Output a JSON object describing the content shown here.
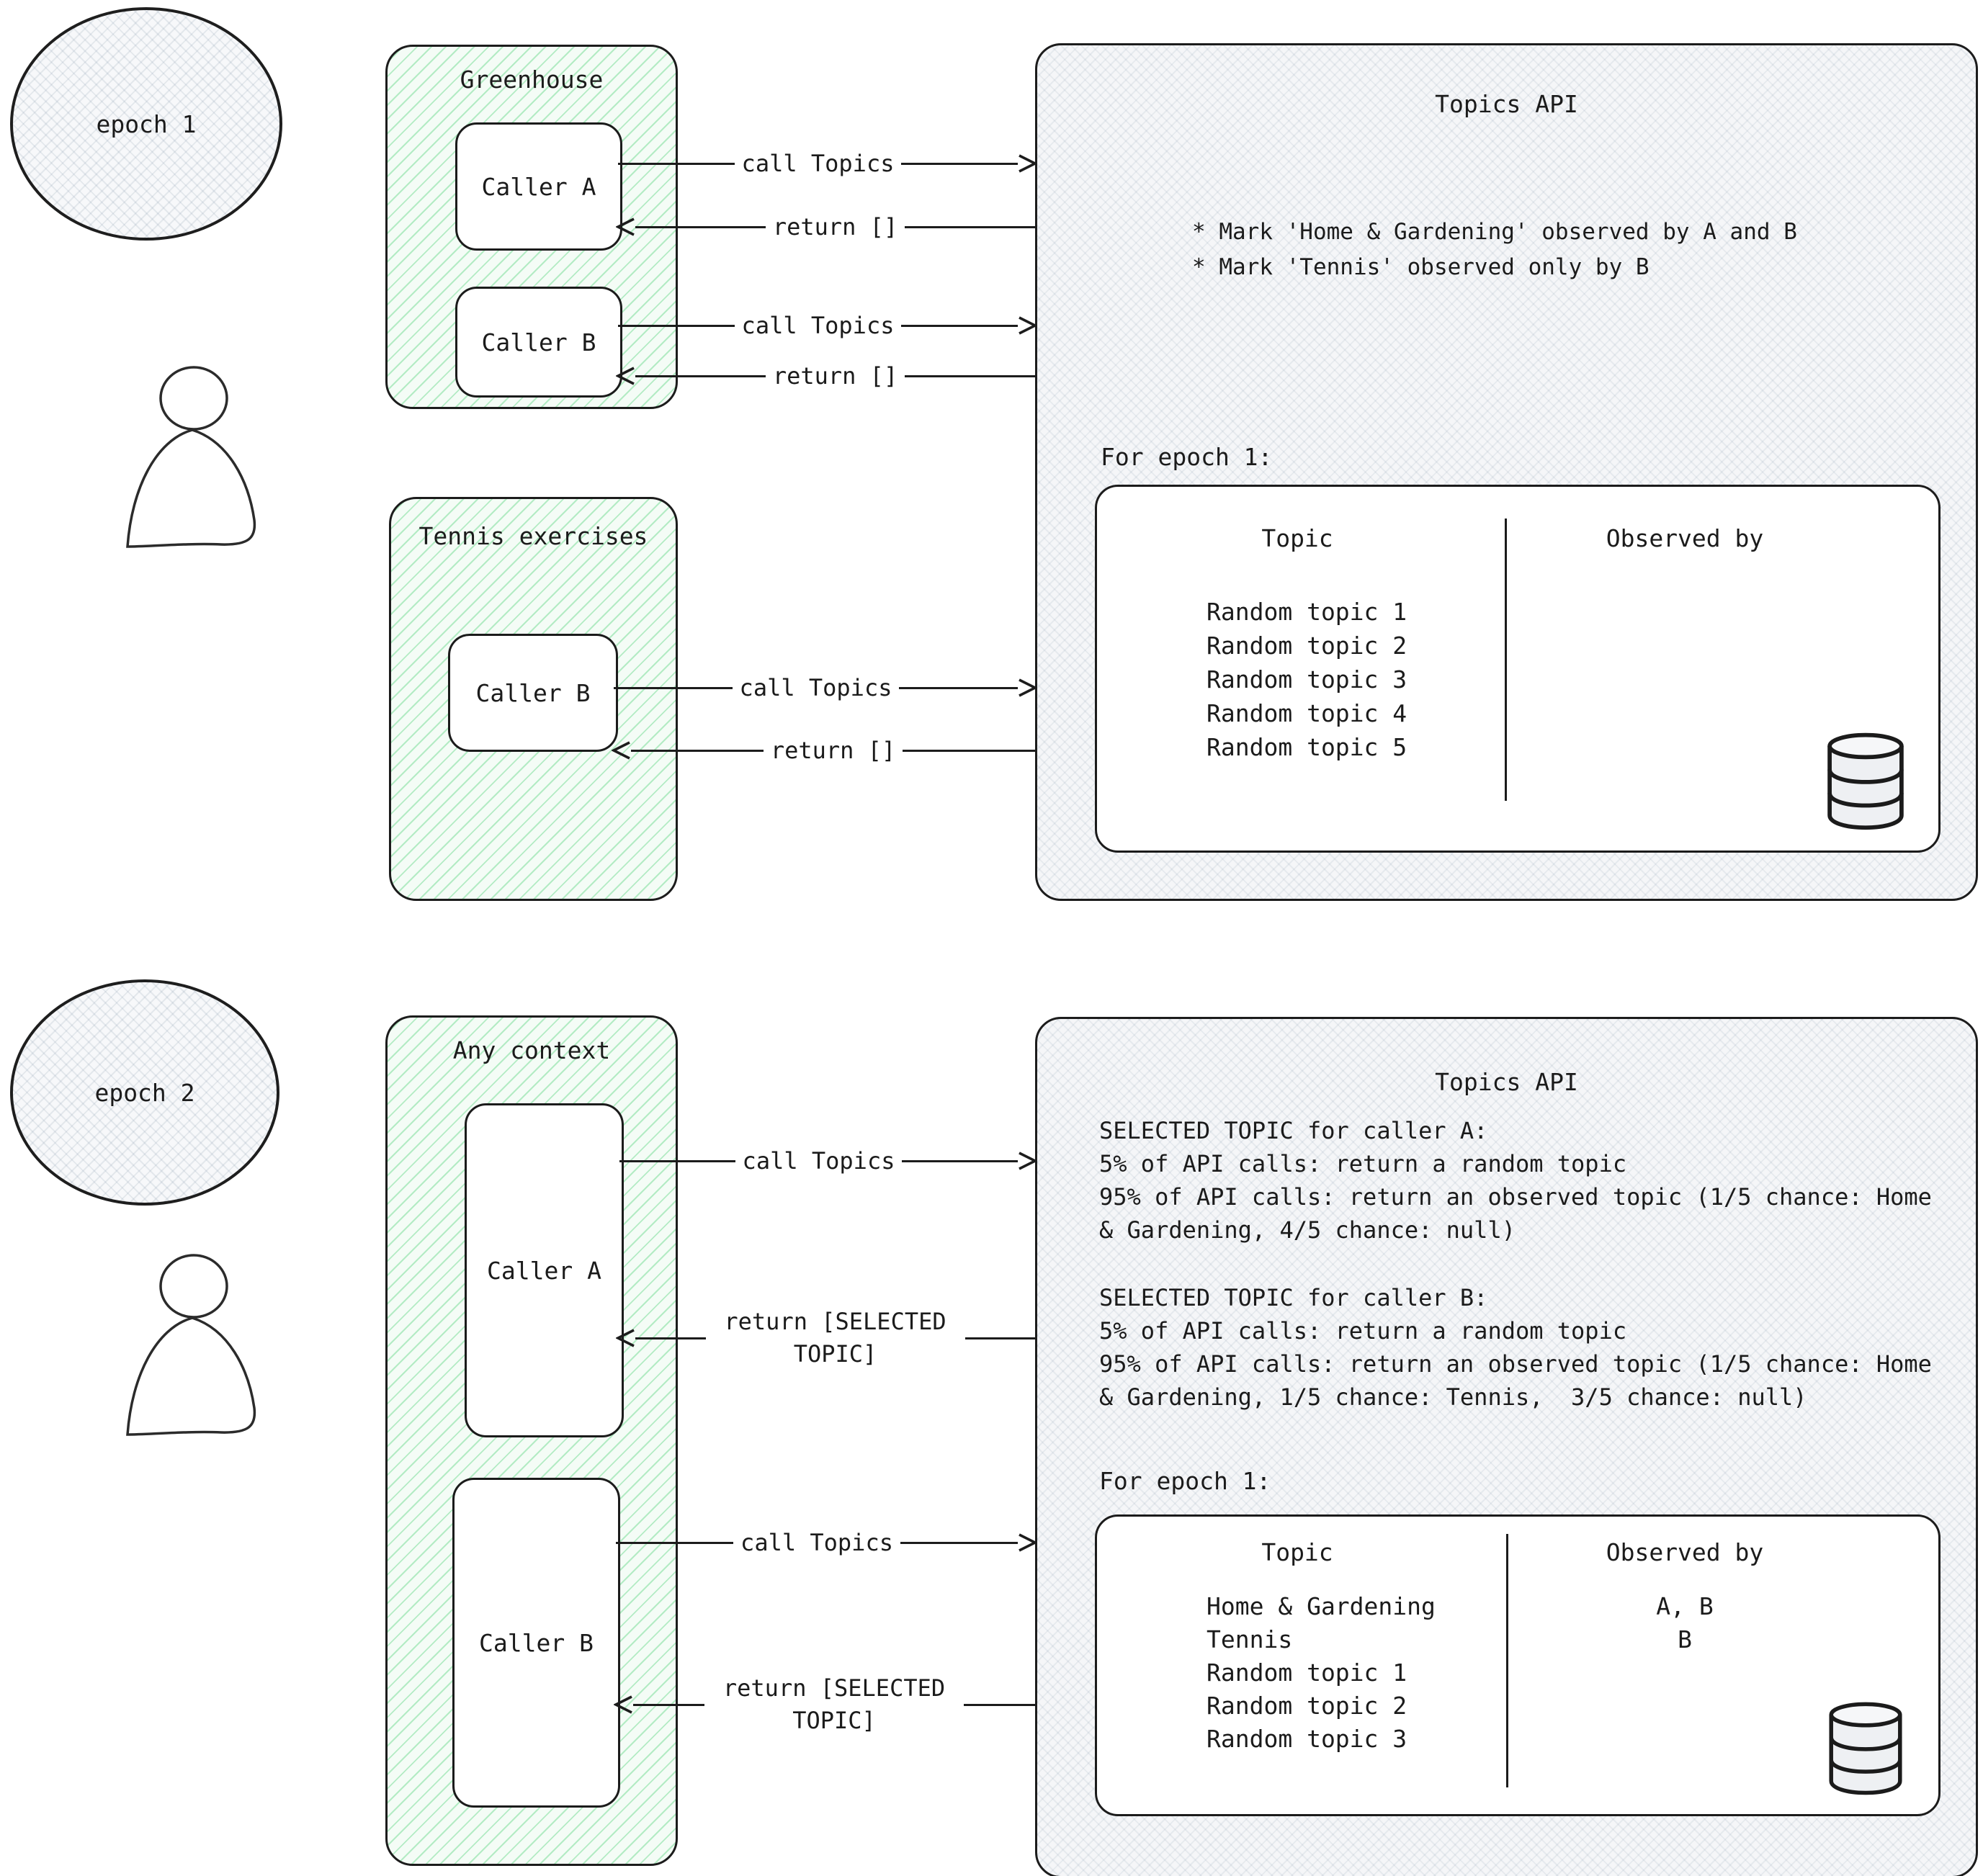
{
  "colors": {
    "ink": "#1b1b1b",
    "green_fill": "#f4fcf6",
    "green_hatch": "#64d787",
    "gray_fill": "#f5f6f8",
    "gray_hatch": "#8296aa"
  },
  "arrows": {
    "call": "call Topics",
    "return_empty": "return []",
    "return_selected": "return [SELECTED TOPIC]"
  },
  "epoch1": {
    "label": "epoch 1",
    "greenhouse": {
      "title": "Greenhouse",
      "caller_a": "Caller A",
      "caller_b": "Caller B"
    },
    "tennis": {
      "title": "Tennis exercises",
      "caller_b": "Caller B"
    },
    "api": {
      "title": "Topics API",
      "notes": [
        "* Mark 'Home & Gardening' observed by A and B",
        "* Mark 'Tennis' observed only by B"
      ],
      "caption": "For epoch 1:",
      "table": {
        "headers": [
          "Topic",
          "Observed by"
        ],
        "topics": [
          "Random topic 1",
          "Random topic 2",
          "Random topic 3",
          "Random topic 4",
          "Random topic 5"
        ],
        "observed": [
          "",
          "",
          "",
          "",
          ""
        ]
      }
    }
  },
  "epoch2": {
    "label": "epoch 2",
    "context": {
      "title": "Any context",
      "caller_a": "Caller A",
      "caller_b": "Caller B"
    },
    "api": {
      "title": "Topics API",
      "selection_a": [
        "SELECTED TOPIC for caller A:",
        "5% of API calls: return a random topic",
        "95% of API calls: return an observed topic (1/5 chance: Home",
        "& Gardening, 4/5 chance: null)"
      ],
      "selection_b": [
        "SELECTED TOPIC for caller B:",
        "5% of API calls: return a random topic",
        "95% of API calls: return an observed topic (1/5 chance: Home",
        "& Gardening, 1/5 chance: Tennis,  3/5 chance: null)"
      ],
      "caption": "For epoch 1:",
      "table": {
        "headers": [
          "Topic",
          "Observed by"
        ],
        "topics": [
          "Home & Gardening",
          "Tennis",
          "Random topic 1",
          "Random topic 2",
          "Random topic 3"
        ],
        "observed": [
          "A, B",
          "B",
          "",
          "",
          ""
        ]
      }
    }
  }
}
